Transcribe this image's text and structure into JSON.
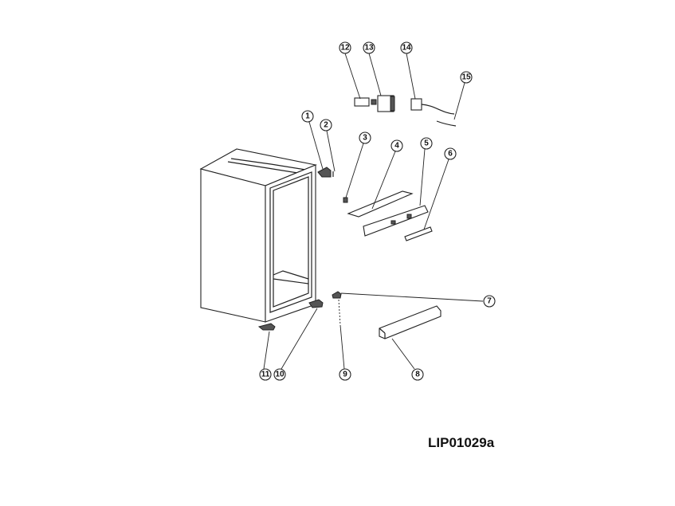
{
  "diagram": {
    "title_code": "LIP01029a",
    "callouts": [
      "1",
      "2",
      "3",
      "4",
      "5",
      "6",
      "7",
      "8",
      "9",
      "10",
      "11",
      "12",
      "13",
      "14",
      "15"
    ]
  }
}
